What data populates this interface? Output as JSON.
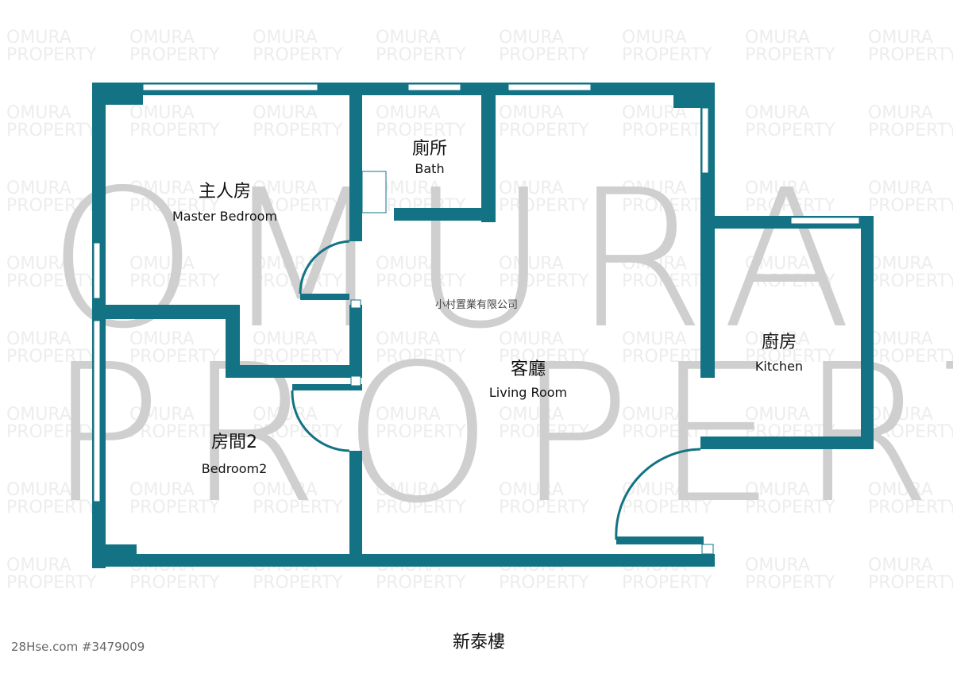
{
  "watermark": {
    "big_line1": "OMURA",
    "big_line2": "PROPERTY",
    "tile_line1": "OMURA",
    "tile_line2": "PROPERTY"
  },
  "company": "小村置業有限公司",
  "building_name": "新泰樓",
  "listing_ref": "28Hse.com #3479009",
  "rooms": {
    "master_bedroom": {
      "zh": "主人房",
      "en": "Master Bedroom"
    },
    "bath": {
      "zh": "廁所",
      "en": "Bath"
    },
    "bedroom2": {
      "zh": "房間2",
      "en": "Bedroom2"
    },
    "living_room": {
      "zh": "客廳",
      "en": "Living Room"
    },
    "kitchen": {
      "zh": "廚房",
      "en": "Kitchen"
    }
  },
  "colors": {
    "wall": "#137384",
    "watermark": "#cfcfcf"
  }
}
